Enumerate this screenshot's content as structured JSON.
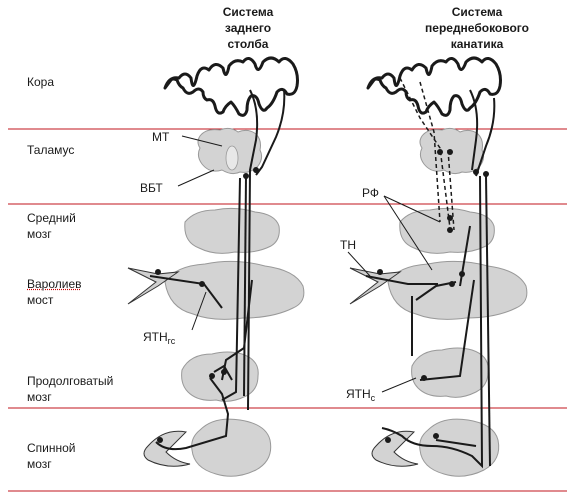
{
  "columns": {
    "dorsal": {
      "line1": "Система",
      "line2": "заднего",
      "line3": "столба"
    },
    "anterolateral": {
      "line1": "Система",
      "line2": "переднебокового",
      "line3": "канатика"
    }
  },
  "levels": {
    "cortex": {
      "line1": "Кора"
    },
    "thalamus": {
      "line1": "Таламус"
    },
    "midbrain": {
      "line1": "Средний",
      "line2": "мозг"
    },
    "pons": {
      "line1": "Варолиев",
      "line2": "мост"
    },
    "medulla": {
      "line1": "Продолговатый",
      "line2": "мозг"
    },
    "spinal": {
      "line1": "Спинной",
      "line2": "мозг"
    }
  },
  "labels": {
    "mt": "МТ",
    "vbt": "ВБТ",
    "rf": "РФ",
    "tn": "ТН",
    "ytn_main": "ЯТН",
    "ytn_gs_sub": "гс",
    "ytn_c_sub": "с"
  },
  "colors": {
    "divider": "#c0161d",
    "tissue": "#d3d3d3",
    "outline": "#1a1a1a",
    "text": "#1a1a1a"
  }
}
